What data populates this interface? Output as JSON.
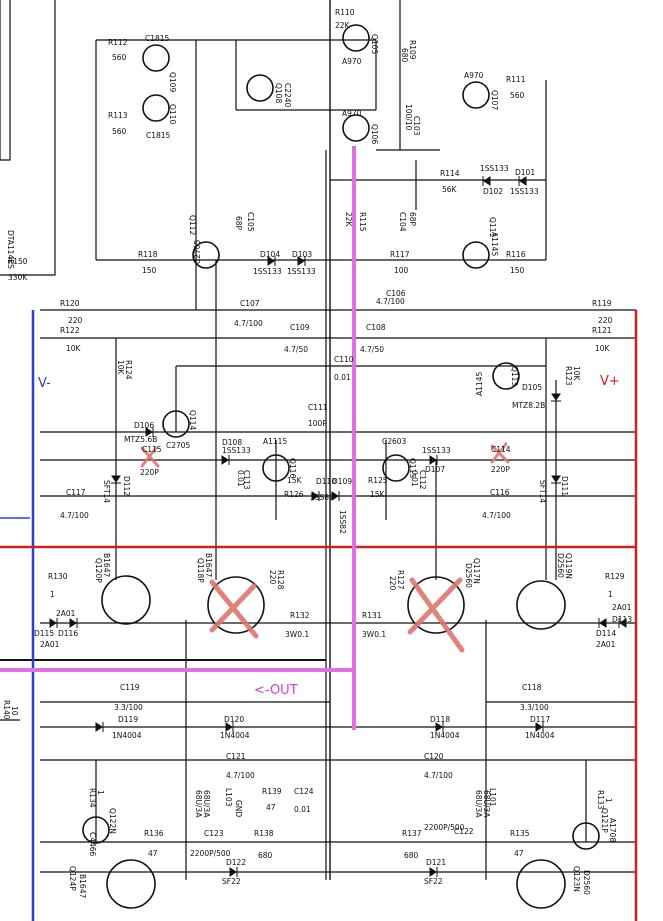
{
  "annotations": {
    "v_minus": "V-",
    "v_plus": "V+",
    "out": "<-OUT",
    "colors": {
      "v_minus": "#2a3fd6",
      "v_plus": "#d21f1f",
      "out": "#d93cd9"
    }
  },
  "labels": [
    {
      "id": "r112",
      "text": "R112"
    },
    {
      "id": "r112v",
      "text": "560"
    },
    {
      "id": "r113",
      "text": "R113"
    },
    {
      "id": "r113v",
      "text": "560"
    },
    {
      "id": "c1815a",
      "text": "C1815"
    },
    {
      "id": "q109",
      "text": "Q109"
    },
    {
      "id": "c1815b",
      "text": "C1815"
    },
    {
      "id": "q110",
      "text": "Q110"
    },
    {
      "id": "q108",
      "text": "Q108"
    },
    {
      "id": "c2240",
      "text": "C2240"
    },
    {
      "id": "r110",
      "text": "R110"
    },
    {
      "id": "r110v",
      "text": "22K"
    },
    {
      "id": "q105",
      "text": "Q105"
    },
    {
      "id": "a970a",
      "text": "A970"
    },
    {
      "id": "r109",
      "text": "R109"
    },
    {
      "id": "r109v",
      "text": "680"
    },
    {
      "id": "a970b",
      "text": "A970"
    },
    {
      "id": "q106",
      "text": "Q106"
    },
    {
      "id": "c103",
      "text": "C103"
    },
    {
      "id": "c103v",
      "text": "100/10"
    },
    {
      "id": "a970c",
      "text": "A970"
    },
    {
      "id": "q107",
      "text": "Q107"
    },
    {
      "id": "r111",
      "text": "R111"
    },
    {
      "id": "r111v",
      "text": "560"
    },
    {
      "id": "dta",
      "text": "DTA114ES"
    },
    {
      "id": "r114",
      "text": "R114"
    },
    {
      "id": "r114v",
      "text": "56K"
    },
    {
      "id": "d102ss",
      "text": "1SS133"
    },
    {
      "id": "d102",
      "text": "D102"
    },
    {
      "id": "d101",
      "text": "D101"
    },
    {
      "id": "d101ss",
      "text": "1SS133"
    },
    {
      "id": "q112",
      "text": "Q112"
    },
    {
      "id": "c2705a",
      "text": "C2705"
    },
    {
      "id": "c105",
      "text": "C105"
    },
    {
      "id": "c105v",
      "text": "68P"
    },
    {
      "id": "r115",
      "text": "R115"
    },
    {
      "id": "r115v",
      "text": "22K"
    },
    {
      "id": "c104",
      "text": "C104"
    },
    {
      "id": "c104v",
      "text": "68P"
    },
    {
      "id": "q111",
      "text": "Q111"
    },
    {
      "id": "a1145a",
      "text": "A1145"
    },
    {
      "id": "r150",
      "text": "R150"
    },
    {
      "id": "r150v",
      "text": "330K"
    },
    {
      "id": "r118",
      "text": "R118"
    },
    {
      "id": "r118v",
      "text": "150"
    },
    {
      "id": "d104",
      "text": "D104"
    },
    {
      "id": "d104ss",
      "text": "1SS133"
    },
    {
      "id": "d103",
      "text": "D103"
    },
    {
      "id": "d103ss",
      "text": "1SS133"
    },
    {
      "id": "r117",
      "text": "R117"
    },
    {
      "id": "r117v",
      "text": "100"
    },
    {
      "id": "r116",
      "text": "R116"
    },
    {
      "id": "r116v",
      "text": "150"
    },
    {
      "id": "r120",
      "text": "R120"
    },
    {
      "id": "r120v",
      "text": "220"
    },
    {
      "id": "c107",
      "text": "C107"
    },
    {
      "id": "c107v",
      "text": "4.7/100"
    },
    {
      "id": "c106",
      "text": "C106"
    },
    {
      "id": "c106v",
      "text": "4.7/100"
    },
    {
      "id": "r119",
      "text": "R119"
    },
    {
      "id": "r119v",
      "text": "220"
    },
    {
      "id": "r122",
      "text": "R122"
    },
    {
      "id": "r122v",
      "text": "10K"
    },
    {
      "id": "c109",
      "text": "C109"
    },
    {
      "id": "c109v",
      "text": "4.7/50"
    },
    {
      "id": "c108",
      "text": "C108"
    },
    {
      "id": "c108v",
      "text": "4.7/50"
    },
    {
      "id": "r121",
      "text": "R121"
    },
    {
      "id": "r121v",
      "text": "10K"
    },
    {
      "id": "r124",
      "text": "R124"
    },
    {
      "id": "r124v",
      "text": "10K"
    },
    {
      "id": "c110",
      "text": "C110"
    },
    {
      "id": "c110v",
      "text": "0.01"
    },
    {
      "id": "q113",
      "text": "Q113"
    },
    {
      "id": "a1145b",
      "text": "A1145"
    },
    {
      "id": "r123",
      "text": "R123"
    },
    {
      "id": "r123v",
      "text": "10K"
    },
    {
      "id": "d105",
      "text": "D105"
    },
    {
      "id": "mtz28",
      "text": "MTZ8.2B"
    },
    {
      "id": "c111",
      "text": "C111"
    },
    {
      "id": "c111v",
      "text": "100P"
    },
    {
      "id": "d106",
      "text": "D106"
    },
    {
      "id": "mtz56",
      "text": "MTZ5.6B"
    },
    {
      "id": "q114",
      "text": "Q114"
    },
    {
      "id": "c2705b",
      "text": "C2705"
    },
    {
      "id": "c115",
      "text": "C115"
    },
    {
      "id": "c115v",
      "text": "220P"
    },
    {
      "id": "d108",
      "text": "D108"
    },
    {
      "id": "d108ss",
      "text": "1SS133"
    },
    {
      "id": "a1115",
      "text": "A1115"
    },
    {
      "id": "q116",
      "text": "Q116"
    },
    {
      "id": "c113",
      "text": "C113"
    },
    {
      "id": "c113v",
      "text": "0.01"
    },
    {
      "id": "c2603",
      "text": "C2603"
    },
    {
      "id": "q115",
      "text": "Q115"
    },
    {
      "id": "d107ss",
      "text": "1SS133"
    },
    {
      "id": "d107",
      "text": "D107"
    },
    {
      "id": "c112",
      "text": "C112"
    },
    {
      "id": "c112v",
      "text": "0.01"
    },
    {
      "id": "c114",
      "text": "C114"
    },
    {
      "id": "c114v",
      "text": "220P"
    },
    {
      "id": "d112",
      "text": "D112"
    },
    {
      "id": "sft14a",
      "text": "SFT14"
    },
    {
      "id": "d111",
      "text": "D111"
    },
    {
      "id": "sft14b",
      "text": "SFT14"
    },
    {
      "id": "r126k",
      "text": "15K"
    },
    {
      "id": "r126",
      "text": "R126"
    },
    {
      "id": "d110",
      "text": "D110"
    },
    {
      "id": "d109",
      "text": "D109"
    },
    {
      "id": "ss82a",
      "text": "1SS82"
    },
    {
      "id": "ss82b",
      "text": "1SS82"
    },
    {
      "id": "r125",
      "text": "R125"
    },
    {
      "id": "r125v",
      "text": "15K"
    },
    {
      "id": "c117",
      "text": "C117"
    },
    {
      "id": "c117v",
      "text": "4.7/100"
    },
    {
      "id": "c116",
      "text": "C116"
    },
    {
      "id": "c116v",
      "text": "4.7/100"
    },
    {
      "id": "b1647a",
      "text": "B1647"
    },
    {
      "id": "q120p",
      "text": "Q120P"
    },
    {
      "id": "b1647b",
      "text": "B1647"
    },
    {
      "id": "q118p",
      "text": "Q118P"
    },
    {
      "id": "r128",
      "text": "R128"
    },
    {
      "id": "r128v",
      "text": "220"
    },
    {
      "id": "r127",
      "text": "R127"
    },
    {
      "id": "r127v",
      "text": "220"
    },
    {
      "id": "q117n",
      "text": "Q117N"
    },
    {
      "id": "d2560a",
      "text": "D2560"
    },
    {
      "id": "q119n",
      "text": "Q119N"
    },
    {
      "id": "d2560b",
      "text": "D2560"
    },
    {
      "id": "r130",
      "text": "R130"
    },
    {
      "id": "r130v",
      "text": "1"
    },
    {
      "id": "r129",
      "text": "R129"
    },
    {
      "id": "r129v",
      "text": "1"
    },
    {
      "id": "a2a01",
      "text": "2A01"
    },
    {
      "id": "b2a01",
      "text": "2A01"
    },
    {
      "id": "d115",
      "text": "D115"
    },
    {
      "id": "d116",
      "text": "D116"
    },
    {
      "id": "c2a01",
      "text": "2A01"
    },
    {
      "id": "d2a01",
      "text": "2A01"
    },
    {
      "id": "d114",
      "text": "D114"
    },
    {
      "id": "d113",
      "text": "D113"
    },
    {
      "id": "r132",
      "text": "R132"
    },
    {
      "id": "r132v",
      "text": "3W0.1"
    },
    {
      "id": "r131",
      "text": "R131"
    },
    {
      "id": "r131v",
      "text": "3W0.1"
    },
    {
      "id": "c119",
      "text": "C119"
    },
    {
      "id": "c119v",
      "text": "3.3/100"
    },
    {
      "id": "c118",
      "text": "C118"
    },
    {
      "id": "c118v",
      "text": "3.3/100"
    },
    {
      "id": "r140",
      "text": "R140"
    },
    {
      "id": "r140v",
      "text": "10"
    },
    {
      "id": "d119",
      "text": "D119"
    },
    {
      "id": "d119v",
      "text": "1N4004"
    },
    {
      "id": "d120",
      "text": "D120"
    },
    {
      "id": "d120v",
      "text": "1N4004"
    },
    {
      "id": "d118",
      "text": "D118"
    },
    {
      "id": "d118v",
      "text": "1N4004"
    },
    {
      "id": "d117",
      "text": "D117"
    },
    {
      "id": "d117v",
      "text": "1N4004"
    },
    {
      "id": "c121",
      "text": "C121"
    },
    {
      "id": "c121v",
      "text": "4.7/100"
    },
    {
      "id": "c120",
      "text": "C120"
    },
    {
      "id": "c120v",
      "text": "4.7/100"
    },
    {
      "id": "r134",
      "text": "R134"
    },
    {
      "id": "r134v",
      "text": "1"
    },
    {
      "id": "r133",
      "text": "R133"
    },
    {
      "id": "r133v",
      "text": "1"
    },
    {
      "id": "l103",
      "text": "L103"
    },
    {
      "id": "l103v",
      "text": "68U/3A"
    },
    {
      "id": "l103w",
      "text": "68U/3A"
    },
    {
      "id": "l101",
      "text": "L101"
    },
    {
      "id": "l101v",
      "text": "68U/3A"
    },
    {
      "id": "l101w",
      "text": "68U/3A"
    },
    {
      "id": "gnd",
      "text": "GND"
    },
    {
      "id": "r139",
      "text": "R139"
    },
    {
      "id": "r139v",
      "text": "47"
    },
    {
      "id": "c124",
      "text": "C124"
    },
    {
      "id": "c124v",
      "text": "0.01"
    },
    {
      "id": "q122n",
      "text": "Q122N"
    },
    {
      "id": "c4466",
      "text": "C4466"
    },
    {
      "id": "q121p",
      "text": "Q121P"
    },
    {
      "id": "a1708",
      "text": "A1708"
    },
    {
      "id": "r136",
      "text": "R136"
    },
    {
      "id": "r136v",
      "text": "47"
    },
    {
      "id": "c123",
      "text": "C123"
    },
    {
      "id": "c123v",
      "text": "2200P/500"
    },
    {
      "id": "r138",
      "text": "R138"
    },
    {
      "id": "r138v",
      "text": "680"
    },
    {
      "id": "r137",
      "text": "R137"
    },
    {
      "id": "r137v",
      "text": "680"
    },
    {
      "id": "c122v",
      "text": "2200P/500"
    },
    {
      "id": "c122",
      "text": "C122"
    },
    {
      "id": "r135",
      "text": "R135"
    },
    {
      "id": "r135v",
      "text": "47"
    },
    {
      "id": "d122",
      "text": "D122"
    },
    {
      "id": "sf22a",
      "text": "SF22"
    },
    {
      "id": "d121",
      "text": "D121"
    },
    {
      "id": "sf22b",
      "text": "SF22"
    },
    {
      "id": "q124p",
      "text": "Q124P"
    },
    {
      "id": "b1647c",
      "text": "B1647"
    },
    {
      "id": "q123n",
      "text": "Q123N"
    },
    {
      "id": "d2560c",
      "text": "D2560"
    }
  ]
}
